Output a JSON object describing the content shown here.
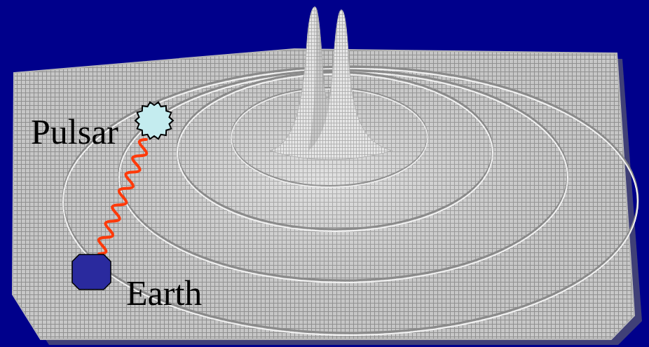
{
  "diagram": {
    "nodes": [
      {
        "text": [
          "Pulsar"
        ]
      },
      {
        "text": [
          "Earth"
        ]
      }
    ],
    "edges": [
      {
        "from": 0,
        "to": 1,
        "arrow": "none"
      }
    ]
  }
}
